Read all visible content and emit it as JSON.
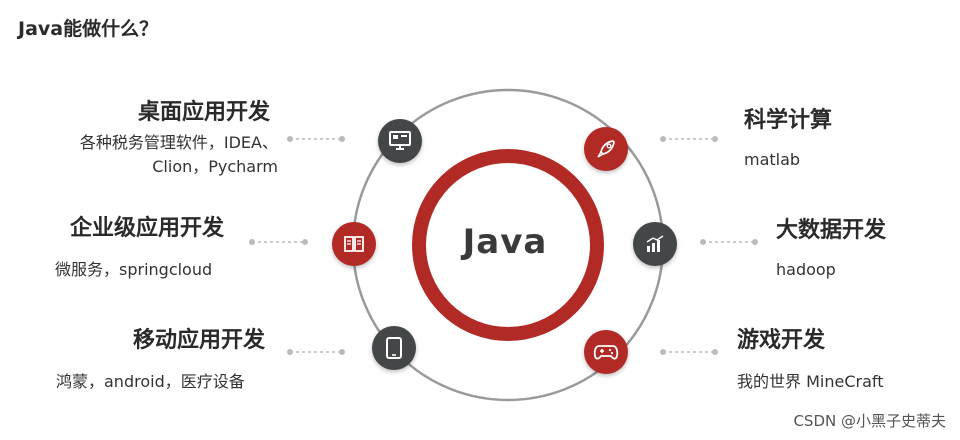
{
  "title": "Java能做什么？",
  "center": {
    "label": "Java"
  },
  "items": [
    {
      "heading": "桌面应用开发",
      "desc_lines": [
        "各种税务管理软件，IDEA、",
        "Clion，Pycharm"
      ],
      "icon": "desktop-icon",
      "color": "#444748"
    },
    {
      "heading": "企业级应用开发",
      "desc_lines": [
        "微服务，springcloud"
      ],
      "icon": "book-icon",
      "color": "#b12a25"
    },
    {
      "heading": "移动应用开发",
      "desc_lines": [
        "鸿蒙，android，医疗设备"
      ],
      "icon": "tablet-icon",
      "color": "#444748"
    },
    {
      "heading": "科学计算",
      "desc_lines": [
        "matlab"
      ],
      "icon": "rocket-icon",
      "color": "#b12a25"
    },
    {
      "heading": "大数据开发",
      "desc_lines": [
        "hadoop"
      ],
      "icon": "bar-chart-icon",
      "color": "#444748"
    },
    {
      "heading": "游戏开发",
      "desc_lines": [
        "我的世界 MineCraft"
      ],
      "icon": "gamepad-icon",
      "color": "#b12a25"
    }
  ],
  "watermark": "CSDN @小黑子史蒂夫",
  "colors": {
    "accent": "#b12a25",
    "dark": "#444748",
    "ring": "#9a9a9a"
  }
}
